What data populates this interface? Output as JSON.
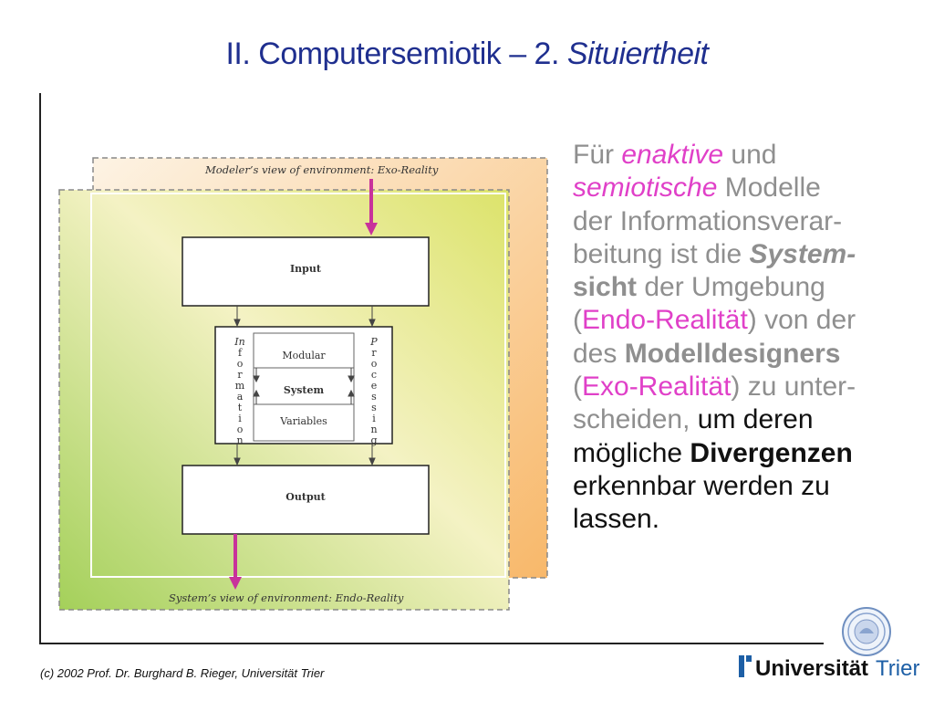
{
  "slide": {
    "title_main": "II. Computersemiotik – 2.",
    "title_italic": "Situiertheit"
  },
  "diagram": {
    "outer_label": "Modeler’s view of environment: Exo-Reality",
    "inner_label": "System’s view of environment: Endo-Reality",
    "input": "Input",
    "output": "Output",
    "modular": "Modular",
    "system": "System",
    "variables": "Variables",
    "left_letters": [
      "In",
      "f",
      "o",
      "r",
      "m",
      "a",
      "t",
      "i",
      "o",
      "n"
    ],
    "right_letters": [
      "P",
      "r",
      "o",
      "c",
      "e",
      "s",
      "s",
      "i",
      "n",
      "g"
    ]
  },
  "body": {
    "l1a": "Für ",
    "l1b": "enaktive",
    "l1c": " und",
    "l2a": "semiotische",
    "l2b": " Modelle",
    "l3": "der Informationsverar-",
    "l4a": "beitung ist die ",
    "l4b": "System-",
    "l5a": "sicht",
    "l5b": " der Umgebung",
    "l6a": "(",
    "l6b": "Endo-Realität",
    "l6c": ") von der",
    "l7a": "des ",
    "l7b": "Modelldesigners",
    "l8a": "(",
    "l8b": "Exo-Realität",
    "l8c": ") zu unter-",
    "l9a": "scheiden, ",
    "l9b": "um deren",
    "l10a": "mögliche ",
    "l10b": "Divergenzen",
    "l11": "erkennbar werden zu",
    "l12": "lassen."
  },
  "footer": {
    "credit": "(c) 2002  Prof. Dr. Burghard B. Rieger, Universität Trier"
  },
  "logo": {
    "word_main": "Universität",
    "word_city": "Trier"
  },
  "colors": {
    "title": "#1f2f8f",
    "pink_text": "#e040c8",
    "arrow": "#c8329b",
    "gray_text": "#8f8f8f",
    "logo_blue": "#1d5fa6"
  }
}
